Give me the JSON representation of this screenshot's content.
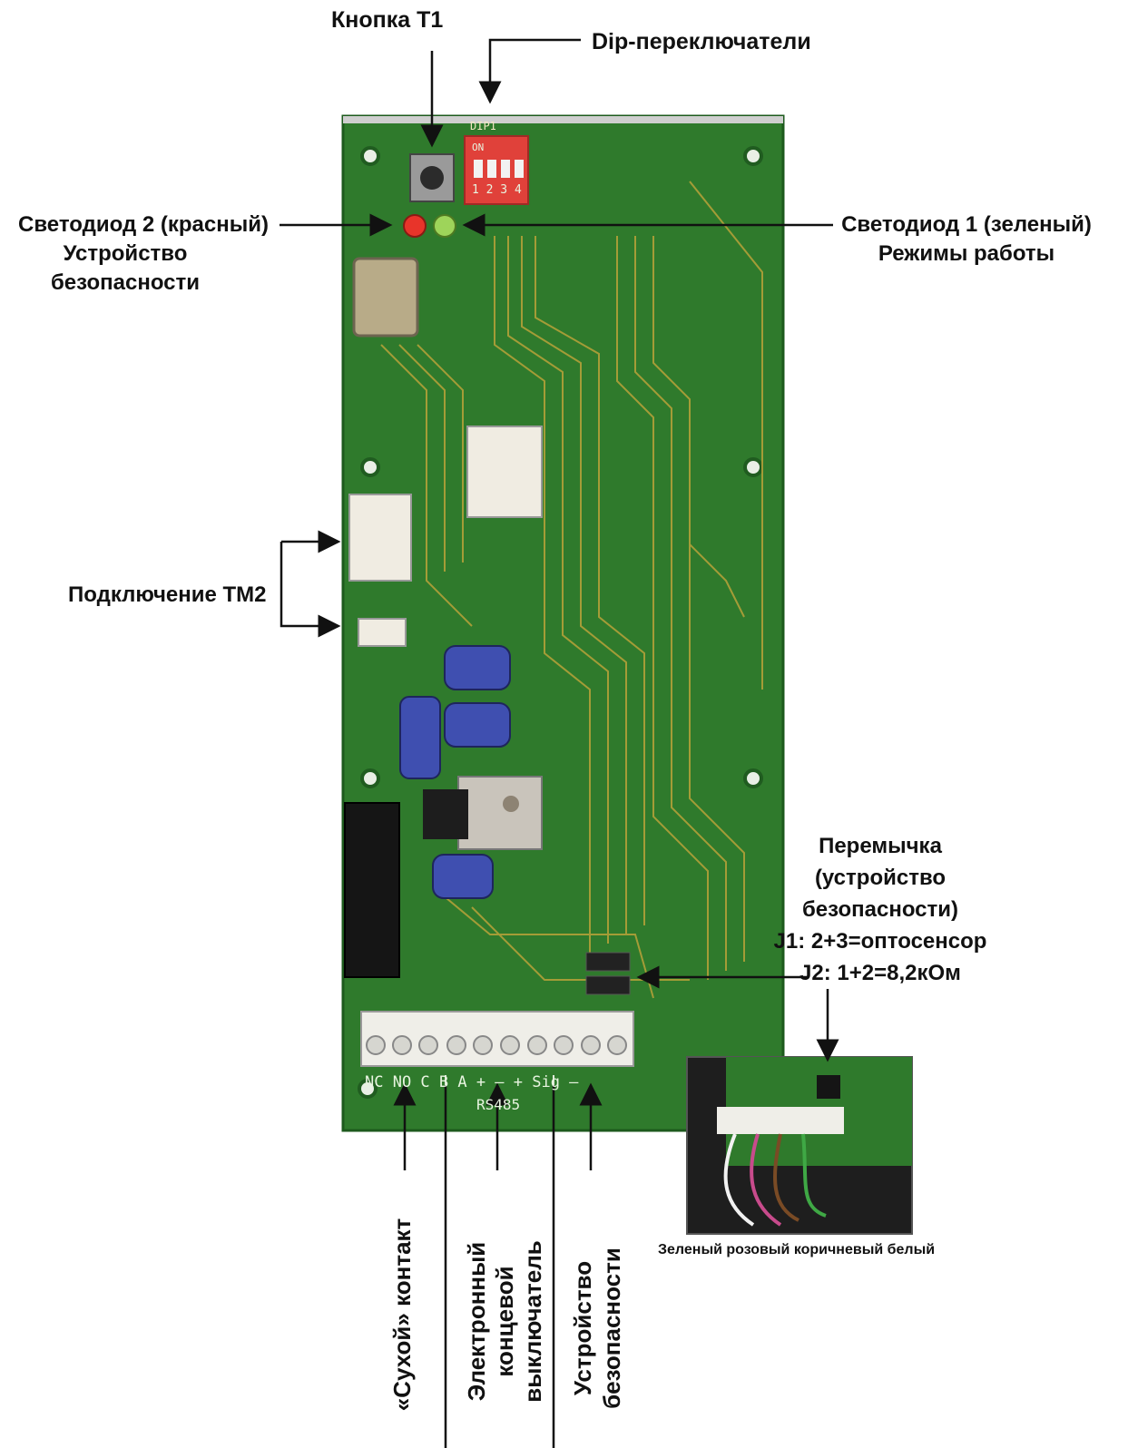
{
  "labels": {
    "button_t1": "Кнопка Т1",
    "dip_switches": "Dip-переключатели",
    "led2_line1": "Светодиод 2 (красный)",
    "led2_line2": "Устройство",
    "led2_line3": "безопасности",
    "led1_line1": "Светодиод 1 (зеленый)",
    "led1_line2": "Режимы работы",
    "tm2": "Подключение ТМ2",
    "jumper_line1": "Перемычка",
    "jumper_line2": "(устройство",
    "jumper_line3": "безопасности)",
    "jumper_line4": "J1: 2+3=оптосенсор",
    "jumper_line5": "J2: 1+2=8,2кОм",
    "wire_colors": "Зеленый розовый коричневый белый",
    "dry_contact": "«Сухой» контакт",
    "limit_switch_line1": "Электронный",
    "limit_switch_line2": "концевой",
    "limit_switch_line3": "выключатель",
    "safety_device_line1": "Устройство",
    "safety_device_line2": "безопасности"
  },
  "pcb_markings": {
    "dip_title": "DIP1",
    "dip_on": "ON",
    "dip_numbers": "1 2 3 4",
    "terminals": "NC  NO   C    B    A    +    –    +  Sig  –",
    "rs485": "RS485"
  },
  "colors": {
    "pcb": "#2f7a2c",
    "trace": "#b9a23a",
    "dip": "#e0413a",
    "led_red": "#e8342a",
    "led_green": "#9ed45a"
  }
}
